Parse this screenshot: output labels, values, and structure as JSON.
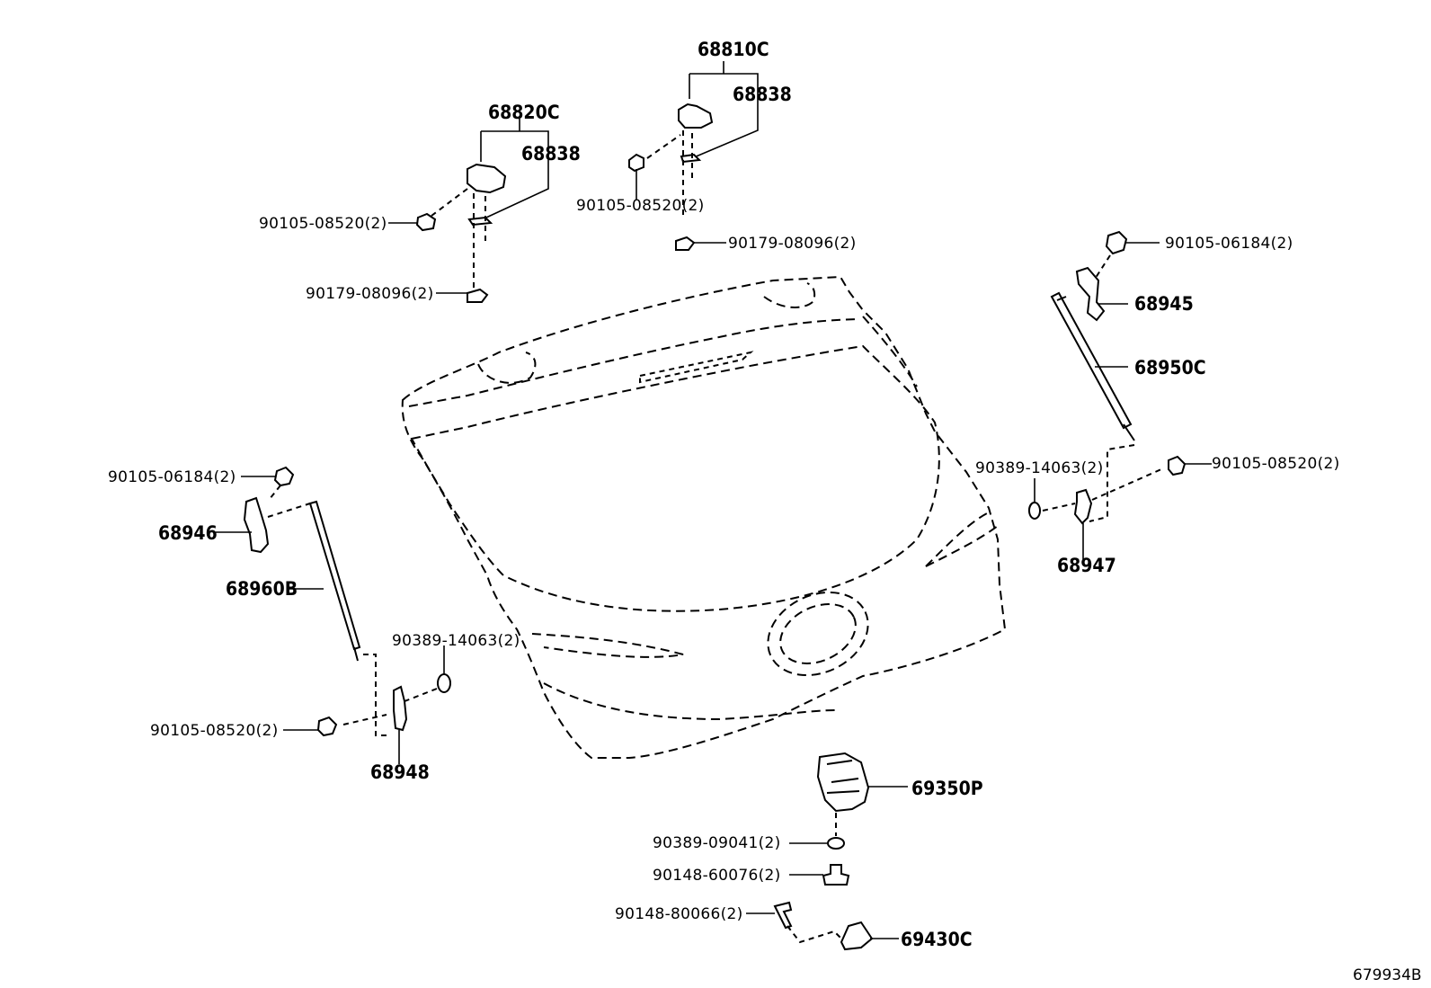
{
  "diagram": {
    "labels": {
      "p68810C": "68810C",
      "p68838_top": "68838",
      "p68820C": "68820C",
      "p68838_left": "68838",
      "b90105_08520_top": "90105-08520(2)",
      "b90105_08520_left": "90105-08520(2)",
      "n90179_08096_top": "90179-08096(2)",
      "n90179_08096_left": "90179-08096(2)",
      "b90105_06184_right": "90105-06184(2)",
      "p68945": "68945",
      "p68950C": "68950C",
      "w90389_14063_right": "90389-14063(2)",
      "b90105_08520_right": "90105-08520(2)",
      "p68947": "68947",
      "b90105_06184_left": "90105-06184(2)",
      "p68946": "68946",
      "p68960B": "68960B",
      "w90389_14063_left": "90389-14063(2)",
      "b90105_08520_lower": "90105-08520(2)",
      "p68948": "68948",
      "p69350P": "69350P",
      "w90389_09041": "90389-09041(2)",
      "s90148_60076": "90148-60076(2)",
      "s90148_80066": "90148-80066(2)",
      "p69430C": "69430C",
      "diagram_id": "679934B"
    }
  }
}
